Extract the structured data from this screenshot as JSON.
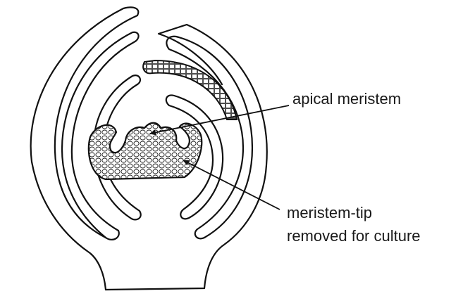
{
  "labels": {
    "apical": "apical meristem",
    "tip_line1": "meristem-tip",
    "tip_line2": "removed for culture"
  }
}
